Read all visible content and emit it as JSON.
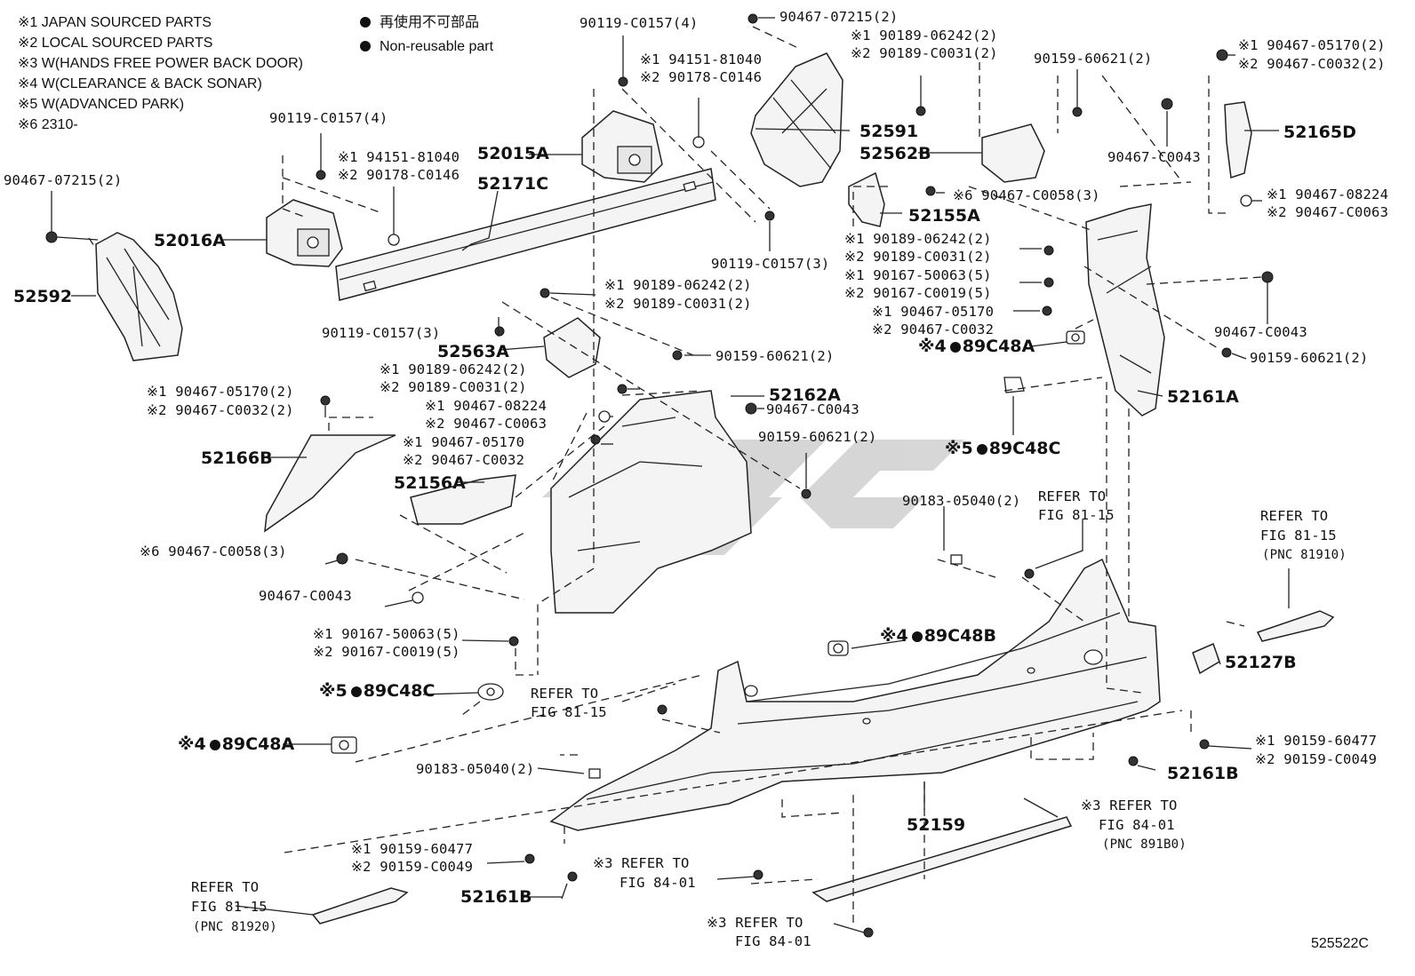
{
  "notes": [
    "※1 JAPAN SOURCED PARTS",
    "※2 LOCAL SOURCED PARTS",
    "※3 W(HANDS FREE POWER BACK DOOR)",
    "※4 W(CLEARANCE & BACK SONAR)",
    "※5 W(ADVANCED PARK)",
    "※6 2310-"
  ],
  "legend": {
    "non_reusable_jp": "再使用不可部品",
    "non_reusable_en": "Non-reusable part"
  },
  "labels": {
    "l1": "90119-C0157(4)",
    "l2a": "※1 94151-81040",
    "l2b": "※2 90178-C0146",
    "l3": "90467-07215(2)",
    "l4a": "※1 90189-06242(2)",
    "l4b": "※2 90189-C0031(2)",
    "l5": "90159-60621(2)",
    "l6a": "※1 90467-05170(2)",
    "l6b": "※2 90467-C0032(2)",
    "l7": "90119-C0157(4)",
    "l8a": "※1 94151-81040",
    "l8b": "※2 90178-C0146",
    "l9": "90467-07215(2)",
    "p52015A": "52015A",
    "p52171C": "52171C",
    "p52016A": "52016A",
    "p52592": "52592",
    "p52591": "52591",
    "p52562B": "52562B",
    "l10": "90467-C0043",
    "p52165D": "52165D",
    "l11": "※6 90467-C0058(3)",
    "p52155A": "52155A",
    "l12a": "※1 90467-08224",
    "l12b": "※2 90467-C0063",
    "l13": "90119-C0157(3)",
    "l14a": "※1 90189-06242(2)",
    "l14b": "※2 90189-C0031(2)",
    "l15a": "※1 90167-50063(5)",
    "l15b": "※2 90167-C0019(5)",
    "l16a": "※1 90467-05170",
    "l16b": "※2 90467-C0032",
    "l17a": "※1 90189-06242(2)",
    "l17b": "※2 90189-C0031(2)",
    "l18": "90119-C0157(3)",
    "p52563A": "52563A",
    "l19": "90159-60621(2)",
    "l20": "90467-C0043",
    "p89C48A_top": "89C48A",
    "l21": "90159-60621(2)",
    "l22a": "※1 90189-06242(2)",
    "l22b": "※2 90189-C0031(2)",
    "p52162A": "52162A",
    "p52161A": "52161A",
    "l23a": "※1 90467-05170(2)",
    "l23b": "※2 90467-C0032(2)",
    "l24a": "※1 90467-08224",
    "l24b": "※2 90467-C0063",
    "l25": "90467-C0043",
    "l26a": "※1 90467-05170",
    "l26b": "※2 90467-C0032",
    "l27": "90159-60621(2)",
    "p52166B": "52166B",
    "p89C48C_right": "89C48C",
    "p52156A": "52156A",
    "l28": "90183-05040(2)",
    "ref1a": "REFER TO",
    "ref1b": "FIG 81-15",
    "ref2a": "REFER TO",
    "ref2b": "FIG 81-15",
    "ref2c": "(PNC 81910)",
    "l29": "※6 90467-C0058(3)",
    "l30": "90467-C0043",
    "p89C48B": "89C48B",
    "l31a": "※1 90167-50063(5)",
    "l31b": "※2 90167-C0019(5)",
    "p52127B": "52127B",
    "p89C48C_left": "89C48C",
    "ref3a": "REFER TO",
    "ref3b": "FIG 81-15",
    "p89C48A_left": "89C48A",
    "l32a": "※1 90159-60477",
    "l32b": "※2 90159-C0049",
    "p52161B_right": "52161B",
    "l33": "90183-05040(2)",
    "p52159": "52159",
    "ref4a": "※3 REFER TO",
    "ref4b": "FIG 84-01",
    "ref4c": "(PNC 891B0)",
    "l34a": "※1 90159-60477",
    "l34b": "※2 90159-C0049",
    "ref5a": "※3 REFER TO",
    "ref5b": "FIG 84-01",
    "ref6a": "REFER TO",
    "ref6b": "FIG 81-15",
    "ref6c": "(PNC 81920)",
    "p52161B_left": "52161B",
    "ref7a": "※3 REFER TO",
    "ref7b": "FIG 84-01",
    "figcode": "525522C"
  },
  "markers": {
    "s4": "※4",
    "s5": "※5"
  },
  "colors": {
    "line": "#222222",
    "watermark": "#c9c9c9",
    "part_fill": "#f4f4f4"
  }
}
